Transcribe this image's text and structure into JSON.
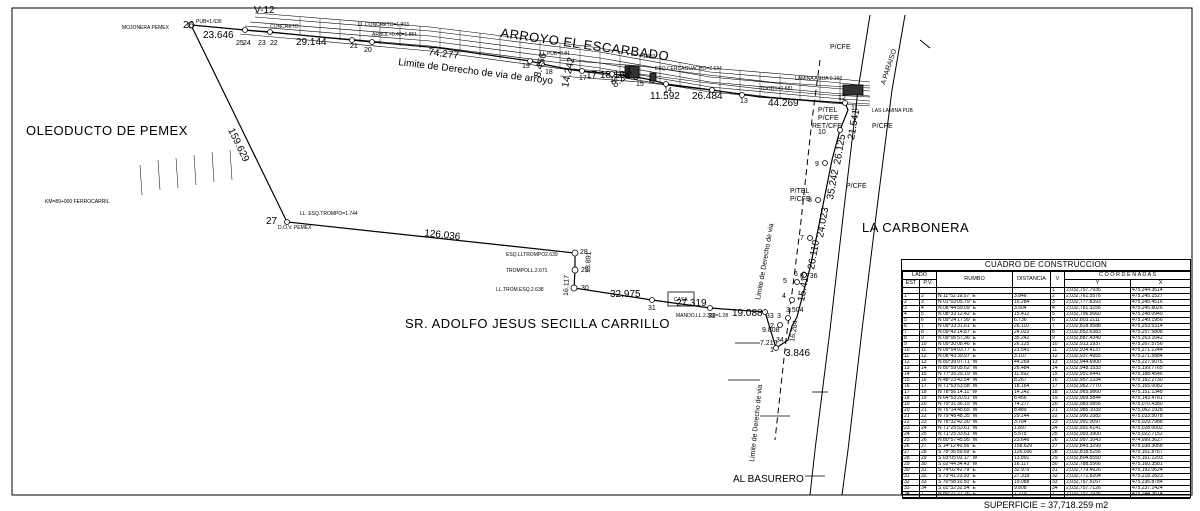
{
  "labels": {
    "v12": "V-12",
    "mojonera": "MOJONERA PEMEX",
    "arroyo": "ARROYO EL ESCARBADO",
    "limite_arroyo": "Limite de Derecho de via de arroyo",
    "oleoducto": "OLEODUCTO DE PEMEX",
    "km_ferrocarril": "KM=89+000 FERROCARRIL",
    "la_carbonera": "LA CARBONERA",
    "propietario": "SR. ADOLFO JESUS SECILLA CARRILLO",
    "al_basurero": "AL BASURERO",
    "a_paraiso": "A PARAISO",
    "limite_via_1": "Limite de Derecho de via",
    "limite_via_2": "Limite de Derecho de via",
    "dov_pemex": "D.O.V. PEMEX",
    "esq_trompo": "LL. ESQ.TROMPO=1.744",
    "esq_lltrompo": "ESQ.LLTROMPO2.639",
    "trompoll": "TROMPOLL.2.671",
    "lltrom": "LL.TROM.ESQ.2.638",
    "casa": "CASA",
    "mando": "MANDO.LL.2.336=1.28",
    "lamina": "LAMINA AGUA 0.160",
    "lamina2": "LAS LAMINA PUB",
    "p_cfe_1": "P/CFE",
    "p_tel_1": "P/TEL",
    "p_cfe_2": "P/CFE",
    "ret_cfe": "RET/CFE",
    "p_cfe_3": "P/CFE",
    "p_tel_2": "P/TEL",
    "p_cfe_4": "P/CFE",
    "p_cfe_5": "P/CFE",
    "small_1": "CONCRETO",
    "small_2": "ARBOL=0.48=1.851",
    "small_3": "LL.CONCRETO=1.903",
    "small_4": "LL.PUB=0.81",
    "small_5": "ESQ.CERCAGUACHO=2.634",
    "small_6": "TOODY=1.681",
    "small_7": "PUB=1.636",
    "small_8": "=1.533"
  },
  "distances": {
    "d_159_629": "159.629",
    "d_23_646": "23.646",
    "d_29_144": "29.144",
    "d_74_277": "74.277",
    "d_8_456": "8.456",
    "d_14_242": "14.242",
    "d_17_18_164": "17 18.164",
    "d_8_267": "8.267",
    "d_11_592": "11.592",
    "d_26_484": "26.484",
    "d_44_269": "44.269",
    "d_21_541": "21.541",
    "d_26_125": "26.125",
    "d_35_242": "35.242",
    "d_24_023": "24.023",
    "d_26_110": "26.110",
    "d_6_736": "6.736",
    "d_15_412": "15.412",
    "d_126_036": "126.036",
    "d_13_891": "13.891",
    "d_16_117": "16.117",
    "d_32_975": "32.975",
    "d_27_319": "27.319",
    "d_19_088": "19.088",
    "d_9_808": "9.808",
    "d_3_846": "3.846",
    "d_7_219": "7.219",
    "d_16_284": "16.284",
    "d_3_504": "3.504"
  },
  "vertices": {
    "v26": "26",
    "v25": "25",
    "v24": "24",
    "v23": "23",
    "v22": "22",
    "v21": "21",
    "v20": "20",
    "v19": "19",
    "v18": "18",
    "v17": "17",
    "v16": "16",
    "v15": "15",
    "v14": "14",
    "v13": "13",
    "v12": "12",
    "v11": "11",
    "v10": "10",
    "v9": "9",
    "v8": "8",
    "v7": "7",
    "v6": "6",
    "v5": "5",
    "v4": "4",
    "v3": "3",
    "v2": "2",
    "v1": "1",
    "v27": "27",
    "v28": "28",
    "v29": "29",
    "v30": "30",
    "v31": "31",
    "v32": "32",
    "v33": "33",
    "v34": "34"
  },
  "table": {
    "title": "CUADRO DE CONSTRUCCION",
    "h_lado": "LADO",
    "h_est": "EST",
    "h_pv": "P.V.",
    "h_rumbo": "RUMBO",
    "h_distancia": "DISTANCIA",
    "h_v": "V",
    "h_coordenadas": "C O O R D E N A D A S",
    "h_y": "Y",
    "h_x": "X",
    "rows": [
      [
        "",
        "",
        "",
        "",
        "1",
        "2,032,757.7936",
        "475,244.3614"
      ],
      [
        "1",
        "2",
        "N 11°52'19.57\" E",
        "3.846",
        "2",
        "2,032,761.5576",
        "475,245.1527"
      ],
      [
        "2",
        "3",
        "N 01°03'05.79\" E",
        "16.284",
        "3",
        "2,032,777.8393",
        "475,245.4516"
      ],
      [
        "3",
        "4",
        "N 08°44'59.09\" E",
        "3.504",
        "4",
        "2,032,781.3256",
        "475,245.8026"
      ],
      [
        "4",
        "5",
        "N 08°33'12.42\" E",
        "15.412",
        "5",
        "2,032,796.5660",
        "475,248.0949"
      ],
      [
        "5",
        "6",
        "N 09°24'17.99\" E",
        "6.736",
        "6",
        "2,032,803.2111",
        "475,249.1956"
      ],
      [
        "6",
        "7",
        "N 09°33'31.61\" E",
        "26.110",
        "7",
        "2,032,828.9588",
        "475,253.5314"
      ],
      [
        "7",
        "8",
        "N 09°42'14.87\" E",
        "24.023",
        "8",
        "2,032,852.6383",
        "475,257.5808"
      ],
      [
        "8",
        "9",
        "N 09°06'57.36\" E",
        "35.242",
        "9",
        "2,032,887.4349",
        "475,263.1642"
      ],
      [
        "9",
        "10",
        "N 09°30'08.46\" E",
        "26.125",
        "10",
        "2,032,913.1937",
        "475,267.5756"
      ],
      [
        "10",
        "11",
        "N 09°54'03.77\" E",
        "21.541",
        "11",
        "2,032,934.4137",
        "475,271.2244"
      ],
      [
        "11",
        "12",
        "N 08°43'39.97\" E",
        "3.107",
        "12",
        "2,032,937.4955",
        "475,271.5884"
      ],
      [
        "12",
        "13",
        "N 80°39'07.71\" W",
        "44.269",
        "13",
        "2,032,944.6900",
        "475,227.9076"
      ],
      [
        "13",
        "14",
        "N 80°59'05.62\" W",
        "26.484",
        "14",
        "2,032,948.1533",
        "475,199.7765"
      ],
      [
        "14",
        "15",
        "N 77°35'29.19\" W",
        "11.592",
        "15",
        "2,032,951.6441",
        "475,188.4546"
      ],
      [
        "15",
        "16",
        "N 48°23'42.54\" W",
        "8.267",
        "16",
        "2,032,957.1334",
        "475,182.2730"
      ],
      [
        "16",
        "17",
        "N 71°53'53.58\" W",
        "18.164",
        "17",
        "2,032,962.7770",
        "475,165.0082"
      ],
      [
        "17",
        "18",
        "N 78°56'14.11\" W",
        "14.242",
        "18",
        "2,032,965.9860",
        "475,151.1348"
      ],
      [
        "18",
        "19",
        "N 64°53'20.51\" W",
        "8.456",
        "19",
        "2,032,969.5844",
        "475,143.4781"
      ],
      [
        "19",
        "20",
        "N 79°31'36.15\" W",
        "74.277",
        "20",
        "2,032,983.0856",
        "475,070.4380"
      ],
      [
        "20",
        "21",
        "N 76°14'45.65\" W",
        "8.489",
        "21",
        "2,032,985.1039",
        "475,062.1928"
      ],
      [
        "21",
        "22",
        "N 79°48'48.35\" W",
        "29.144",
        "22",
        "2,032,990.2582",
        "475,033.5078"
      ],
      [
        "22",
        "23",
        "N 78°32'42.30\" W",
        "3.784",
        "23",
        "2,032,991.0097",
        "475,029.7988"
      ],
      [
        "23",
        "24",
        "N 71°25'53.61\" W",
        "1.897",
        "24",
        "2,032,991.6141",
        "475,028.0002"
      ],
      [
        "24",
        "25",
        "N 71°25'33.61\" W",
        "5.575",
        "25",
        "2,032,993.3900",
        "475,022.7152"
      ],
      [
        "25",
        "26",
        "N 80°57'45.95\" W",
        "23.646",
        "26",
        "2,032,997.1043",
        "474,999.3627"
      ],
      [
        "26",
        "27",
        "S 14°12'40.56\" E",
        "158.629",
        "27",
        "2,032,843.3299",
        "475,038.3058"
      ],
      [
        "27",
        "28",
        "S 78°36'59.69\" E",
        "126.036",
        "28",
        "2,032,818.5256",
        "475,161.8767"
      ],
      [
        "28",
        "29",
        "S 03°05'03.17\" W",
        "13.891",
        "29",
        "2,032,804.6550",
        "475,161.1293"
      ],
      [
        "29",
        "30",
        "S 02°44'34.43\" W",
        "16.117",
        "30",
        "2,032,788.5566",
        "475,160.3581"
      ],
      [
        "30",
        "31",
        "S 74°02'42.79\" E",
        "32.975",
        "31",
        "2,032,779.4926",
        "475,192.0624"
      ],
      [
        "31",
        "32",
        "S 73°41'23.93\" E",
        "27.319",
        "32",
        "2,032,771.8204",
        "475,218.2823"
      ],
      [
        "32",
        "33",
        "S 76°58'10.50\" E",
        "19.088",
        "33",
        "2,032,767.5167",
        "475,236.8784"
      ],
      [
        "33",
        "34",
        "S 01°32'32.54\" E",
        "9.808",
        "34",
        "2,032,757.7126",
        "475,237.1424"
      ],
      [
        "34",
        "1",
        "N 89°21'27.26\" E",
        "7.219",
        "1",
        "2,032,757.7936",
        "475,244.3614"
      ]
    ],
    "superficie": "SUPERFICIE = 37,718.259 m2"
  },
  "colors": {
    "line": "#000000",
    "background": "#ffffff"
  }
}
